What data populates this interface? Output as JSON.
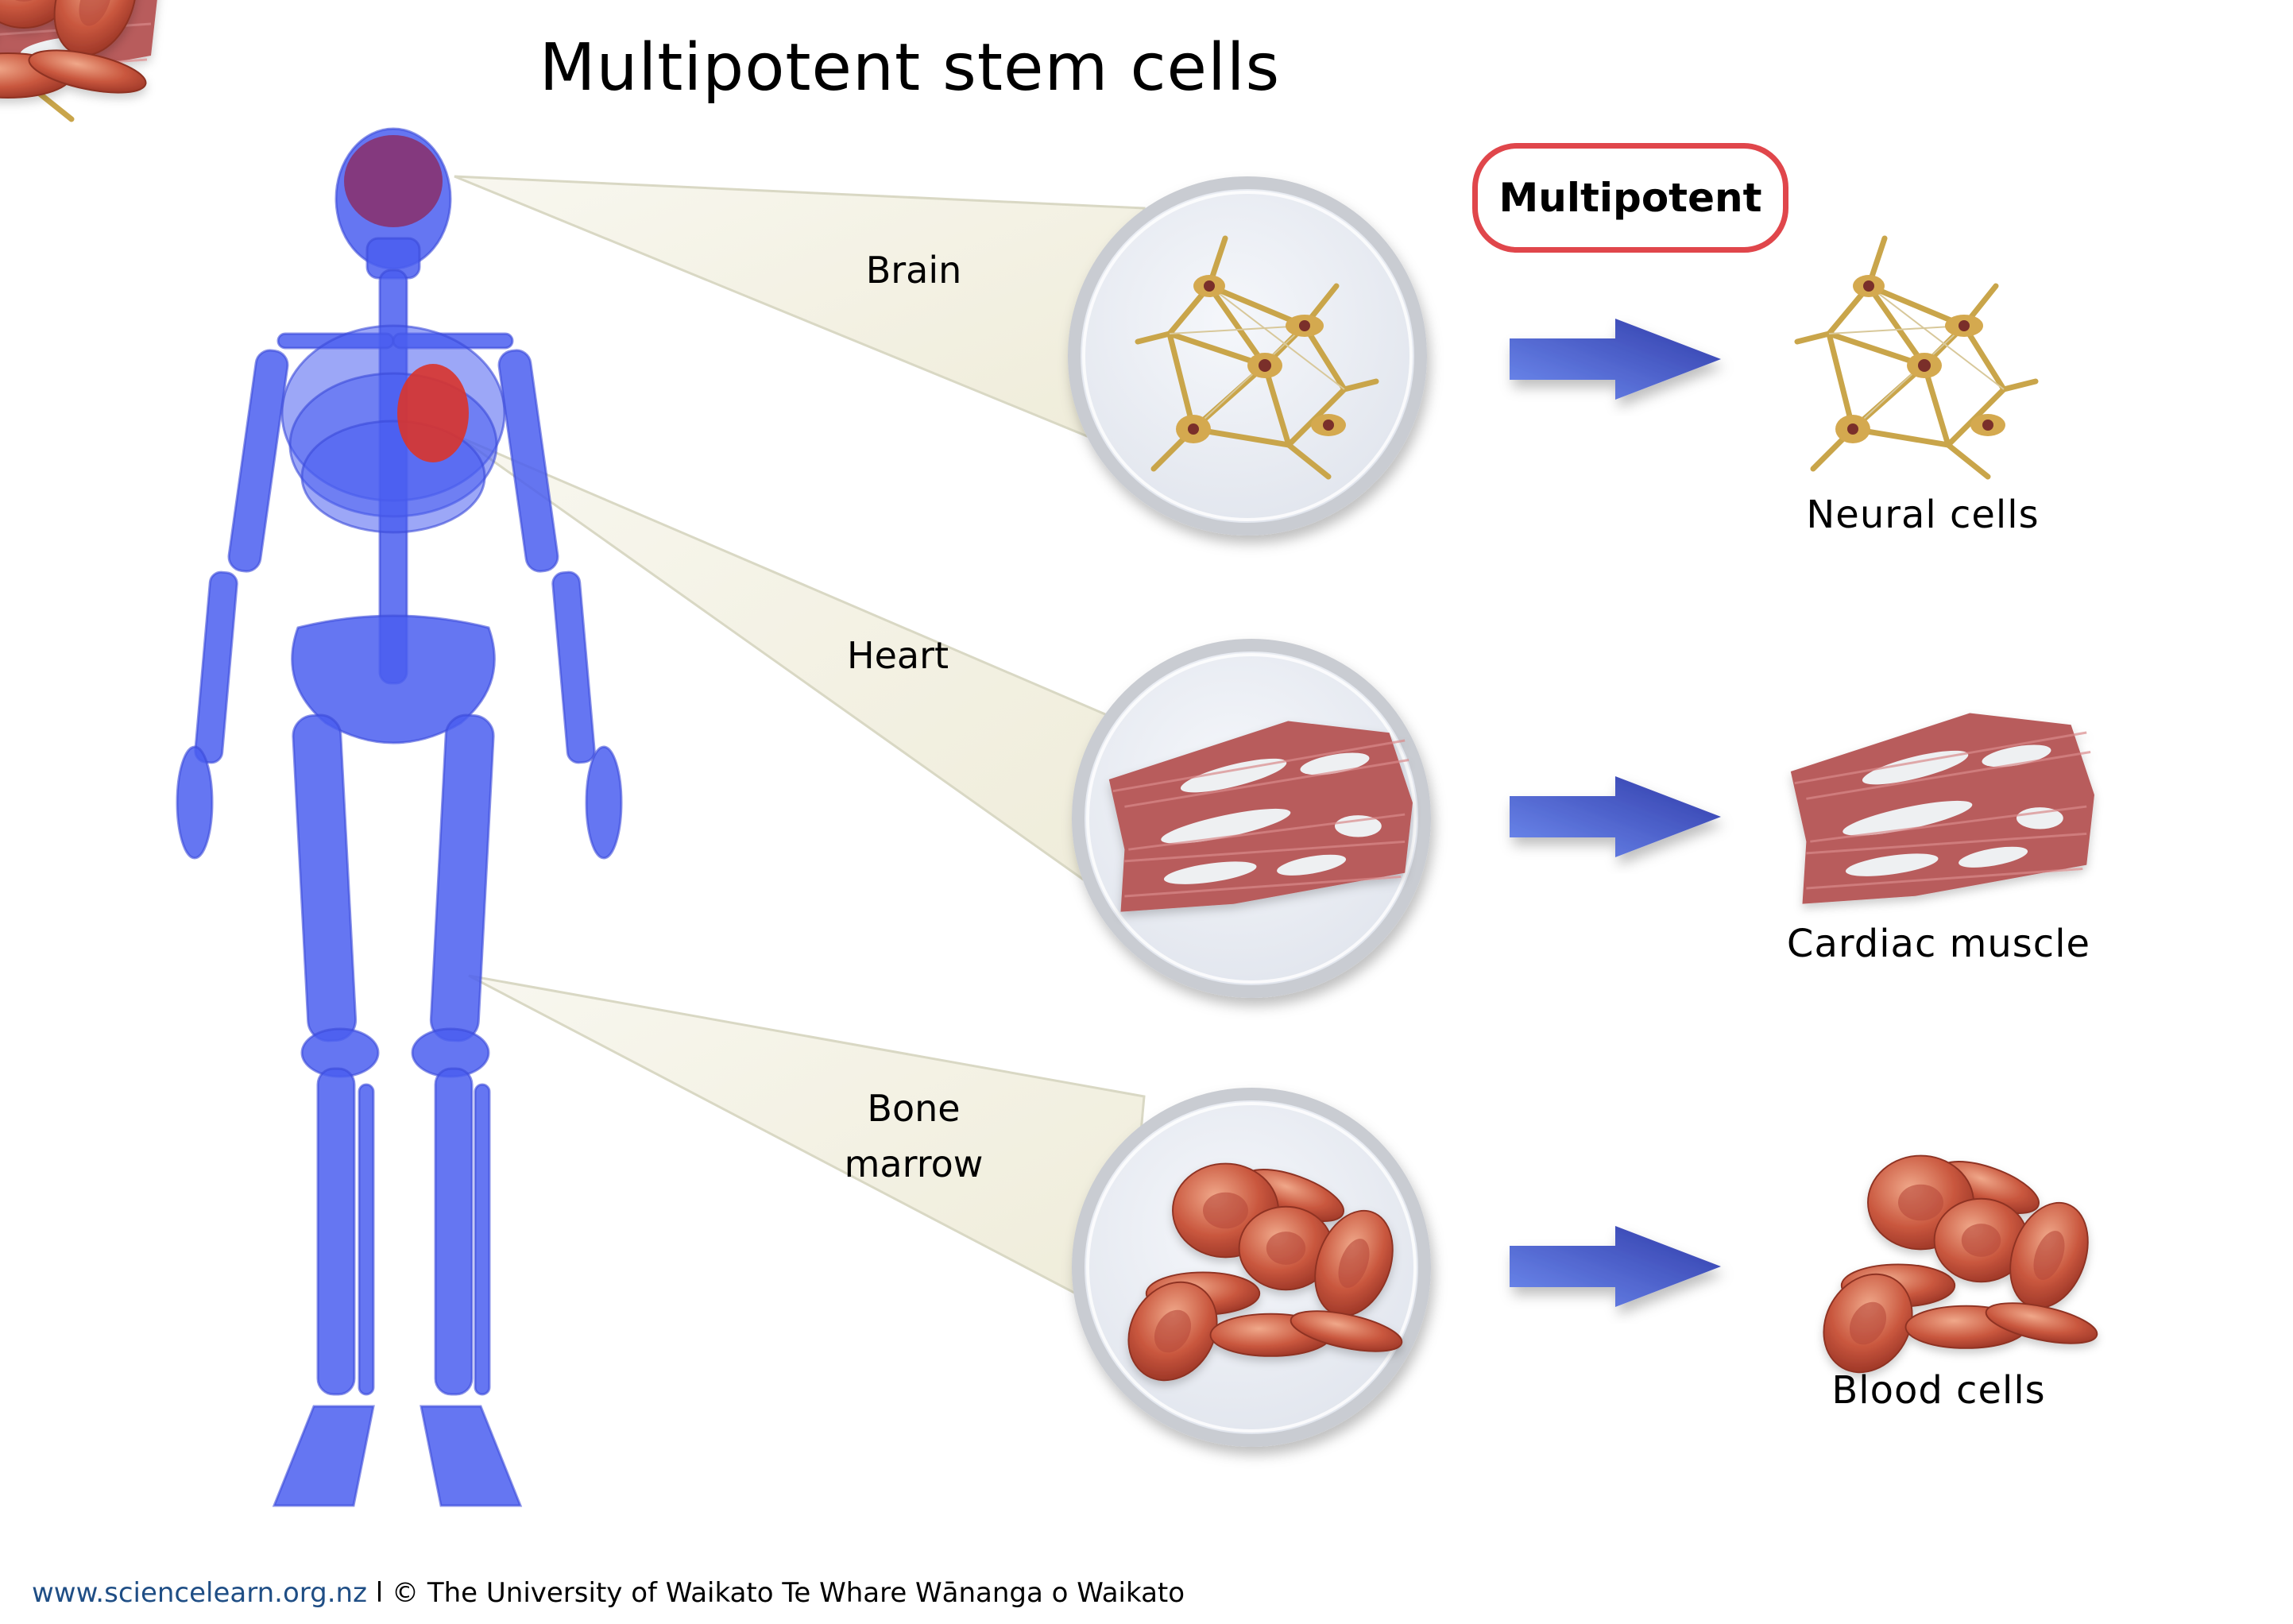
{
  "title": "Multipotent stem cells",
  "badge": {
    "label": "Multipotent",
    "border_color": "#e0464b"
  },
  "sources": [
    {
      "organ": "Brain",
      "cell_type": "Neural cells",
      "illustration": "neural-network-icon"
    },
    {
      "organ": "Heart",
      "cell_type": "Cardiac muscle",
      "illustration": "cardiac-muscle-icon"
    },
    {
      "organ_line1": "Bone",
      "organ_line2": "marrow",
      "cell_type": "Blood cells",
      "illustration": "red-blood-cells-icon"
    }
  ],
  "colors": {
    "skeleton": "#4a5ef0",
    "organ_red": "#d9342b",
    "callout_fill": "#f3f1e4",
    "arrow_start": "#6f8cf0",
    "arrow_end": "#2f3aa8",
    "lens_fill": "#eef1f6"
  },
  "footer": {
    "url": "www.sciencelearn.org.nz",
    "separator": "l",
    "copyright": "© The University of Waikato Te Whare Wānanga o Waikato"
  }
}
